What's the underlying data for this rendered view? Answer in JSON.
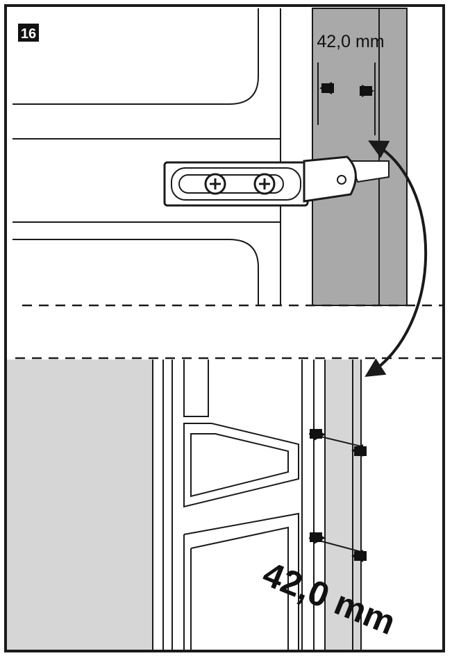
{
  "step": {
    "number": "16"
  },
  "dimensions": {
    "top": "42,0 mm",
    "bottom": "42,0 mm"
  },
  "colors": {
    "outline": "#1a1a1a",
    "panel_dark": "#a9a9a9",
    "panel_light": "#d6d6d6",
    "background": "#ffffff"
  },
  "icons": {
    "screw": "phillips-screw-icon",
    "arrow": "curved-double-arrow-icon"
  }
}
